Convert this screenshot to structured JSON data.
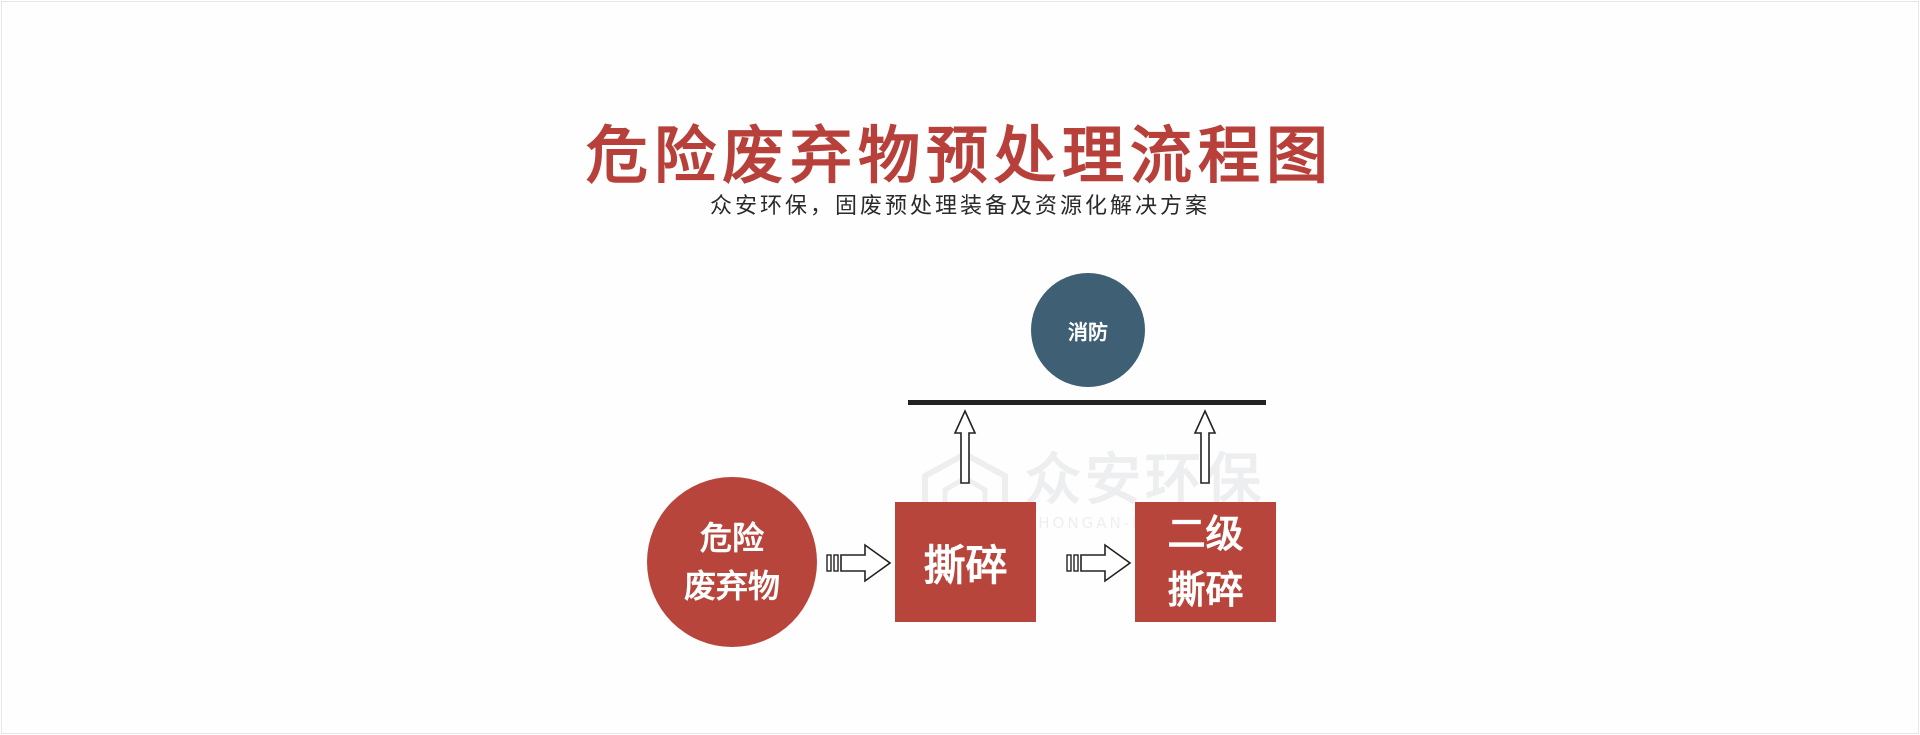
{
  "header": {
    "title": "危险废弃物预处理流程图",
    "subtitle": "众安环保，固废预处理装备及资源化解决方案"
  },
  "nodes": {
    "hazardous_waste": {
      "line1": "危险",
      "line2": "废弃物"
    },
    "shredding": {
      "label": "撕碎"
    },
    "secondary_shredding": {
      "line1": "二级",
      "line2": "撕碎"
    },
    "fire_protection": {
      "label": "消防"
    }
  },
  "watermark": {
    "brand": "众安环保",
    "sub": "ZHONGAN-HB.COM"
  },
  "colors": {
    "accent_red": "#b8453b",
    "title_red": "#b8403a",
    "fire_blue": "#3f5f75",
    "line_dark": "#222222"
  }
}
